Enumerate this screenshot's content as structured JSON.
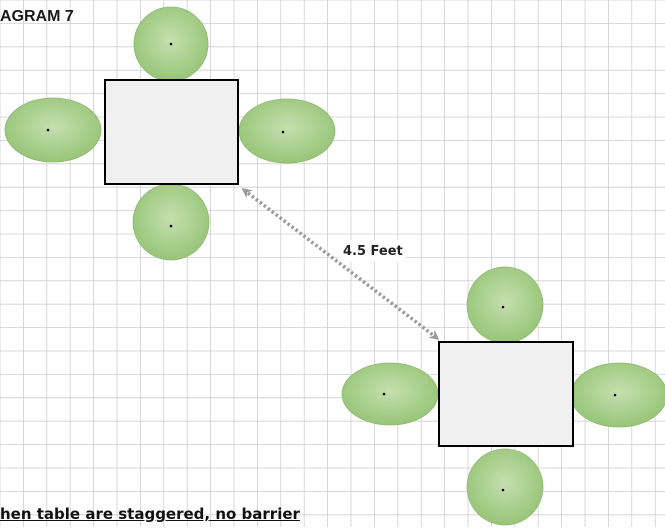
{
  "diagram": {
    "title": "AGRAM 7",
    "distance_label": "4.5 Feet",
    "caption": "hen table are staggered, no barrier"
  },
  "colors": {
    "grid": "#cfcfcf",
    "chair_fill": "#a8cf8a",
    "chair_edge": "#7fa866",
    "table_fill": "#f0f0f0",
    "table_stroke": "#000000",
    "arrow": "#9a9a9a"
  },
  "tables": [
    {
      "name": "table-top-left",
      "chairs": [
        "top",
        "left",
        "right",
        "bottom"
      ]
    },
    {
      "name": "table-bottom-right",
      "chairs": [
        "top",
        "left",
        "right",
        "bottom"
      ]
    }
  ]
}
